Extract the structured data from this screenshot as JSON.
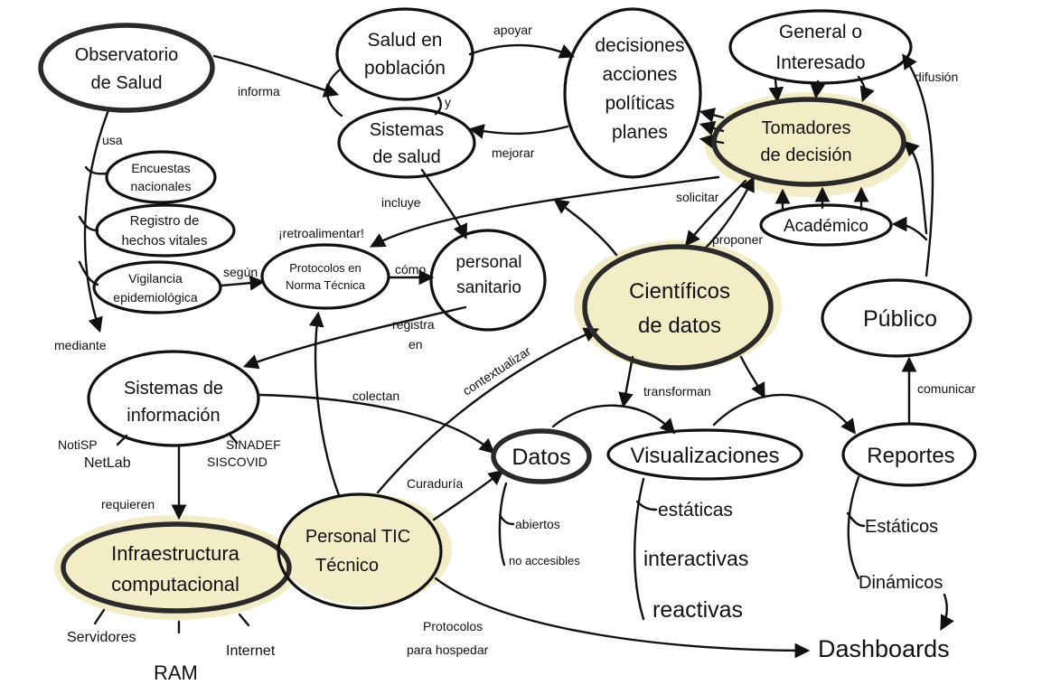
{
  "nodes": {
    "observatorio": [
      "Observatorio",
      "de Salud"
    ],
    "salud_poblacion": [
      "Salud en",
      "población"
    ],
    "decisiones": [
      "decisiones",
      "acciones",
      "políticas",
      "planes"
    ],
    "general": [
      "General o",
      "Interesado"
    ],
    "sistemas_salud": [
      "Sistemas",
      "de salud"
    ],
    "tomadores": [
      "Tomadores",
      "de decisión"
    ],
    "encuestas": [
      "Encuestas",
      "nacionales"
    ],
    "registro": [
      "Registro de",
      "hechos vitales"
    ],
    "vigilancia": [
      "Vigilancia",
      "epidemiológica"
    ],
    "academico": [
      "Académico"
    ],
    "protocolos": [
      "Protocolos en",
      "Norma Técnica"
    ],
    "personal_sanitario": [
      "personal",
      "sanitario"
    ],
    "cientificos": [
      "Científicos",
      "de datos"
    ],
    "publico": [
      "Público"
    ],
    "sistemas_info": [
      "Sistemas de",
      "información"
    ],
    "datos": [
      "Datos"
    ],
    "visualizaciones": [
      "Visualizaciones"
    ],
    "reportes": [
      "Reportes"
    ],
    "infraestructura": [
      "Infraestructura",
      "computacional"
    ],
    "personal_tic": [
      "Personal TIC",
      "Técnico"
    ]
  },
  "edge_labels": {
    "informa": "informa",
    "apoyar": "apoyar",
    "y": "y",
    "mejorar": "mejorar",
    "difusion": "difusión",
    "usa": "usa",
    "incluye": "incluye",
    "retroalimentar": "¡retroalimentar!",
    "solicitar": "solicitar",
    "proponer": "proponer",
    "segun": "según",
    "como": "cómo",
    "registra_en": [
      "registra",
      "en"
    ],
    "mediante": "mediante",
    "contextualizar": "contextualizar",
    "transforman": "transforman",
    "comunicar": "comunicar",
    "colectan": "colectan",
    "curaduria": "Curaduría",
    "requieren": "requieren",
    "protocolos_hospedar": [
      "Protocolos",
      "para hospedar"
    ]
  },
  "labels": {
    "notisp": "NotiSP",
    "netlab": "NetLab",
    "sinadef": "SINADEF",
    "siscovid": "SISCOVID",
    "abiertos": "abiertos",
    "no_accesibles": "no accesibles",
    "estaticas": "estáticas",
    "interactivas": "interactivas",
    "reactivas": "reactivas",
    "estaticos": "Estáticos",
    "dinamicos": "Dinámicos",
    "dashboards": "Dashboards",
    "servidores": "Servidores",
    "ram": "RAM",
    "internet": "Internet"
  },
  "colors": {
    "ink": "#111111",
    "highlight": "#f2edc6"
  }
}
